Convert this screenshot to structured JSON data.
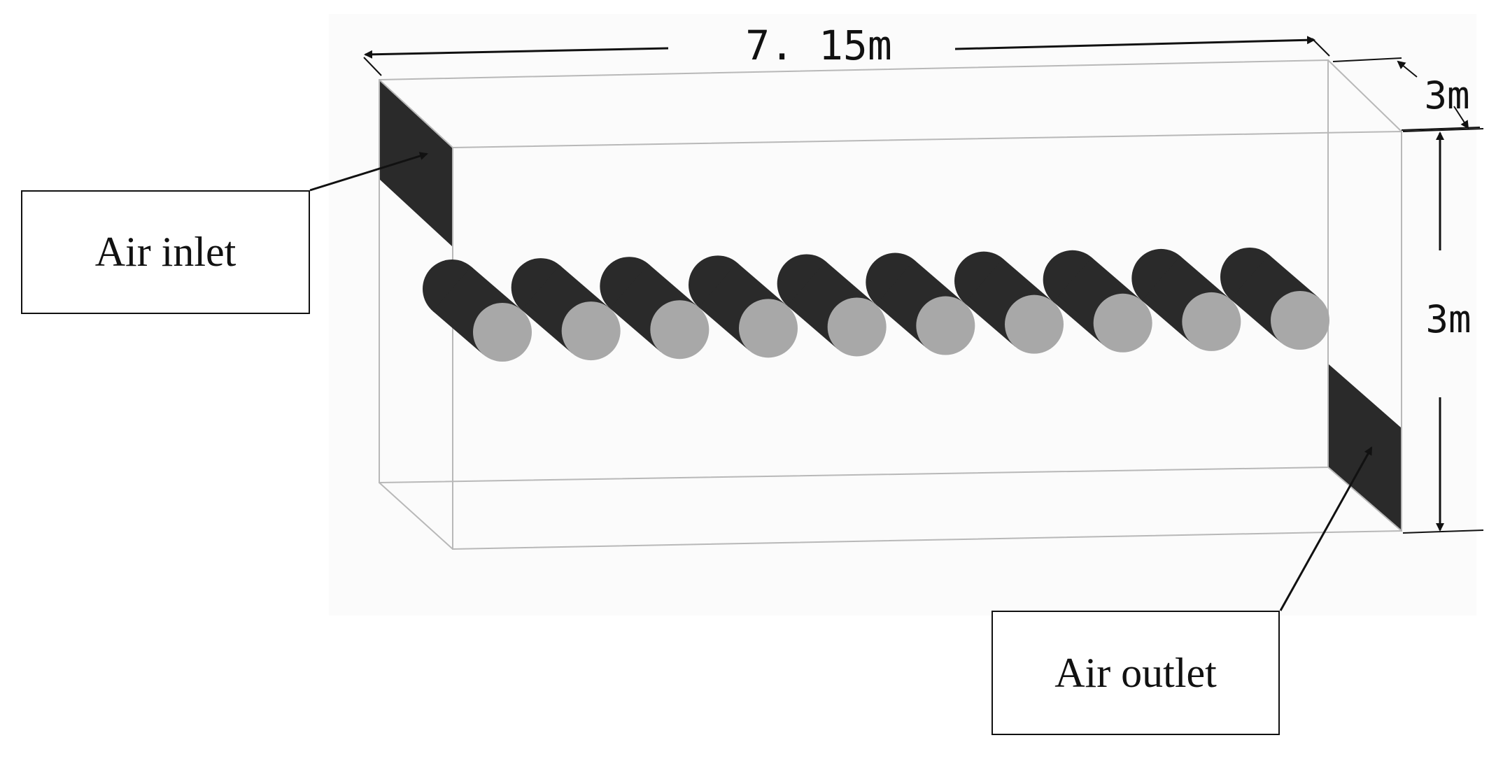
{
  "dimensions": {
    "length": "7. 15m",
    "depth": "3m",
    "height": "3m"
  },
  "labels": {
    "inlet": "Air inlet",
    "outlet": "Air outlet"
  },
  "cylinders": {
    "count": 10,
    "body_color": "#2a2a2a",
    "cap_color": "#a8a8a8"
  },
  "colors": {
    "wall_edge": "#b8b8b8",
    "port": "#2a2a2a",
    "arrow": "#111111"
  }
}
